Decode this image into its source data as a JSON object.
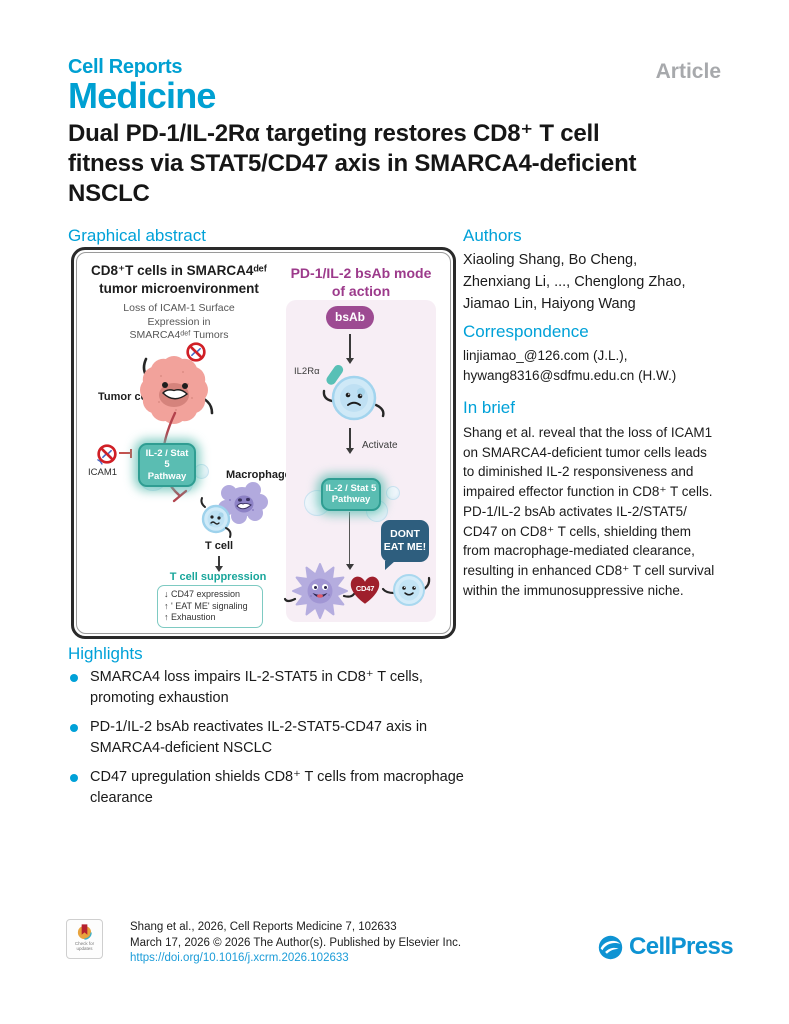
{
  "header": {
    "journal_line1": "Cell Reports",
    "journal_line2": "Medicine",
    "article_type": "Article",
    "title": "Dual PD-1/IL-2Rα targeting restores CD8⁺ T cell\nfitness via STAT5/CD47 axis in SMARCA4-deficient\nNSCLC"
  },
  "graphical_abstract": {
    "heading": "Graphical abstract",
    "left_panel": {
      "title": "CD8⁺T cells in SMARCA4ᵈᵉᶠ\ntumor microenvironment",
      "subtitle": "Loss of ICAM-1 Surface\nExpression in\nSMARCA4ᵈᵉᶠ Tumors",
      "tumor_cell_label": "Tumor cell",
      "icam1_label": "ICAM1",
      "pathway_badge": "IL-2 / Stat 5\nPathway",
      "macrophage_label": "Macrophage",
      "t_cell_label": "T cell",
      "suppression_heading": "T cell suppression",
      "suppression_items": [
        "↓ CD47 expression",
        "↑ ' EAT ME' signaling",
        "↑ Exhaustion"
      ]
    },
    "right_panel": {
      "title": "PD-1/IL-2 bsAb mode\nof action",
      "bsab_label": "bsAb",
      "il2ra_label": "IL2Rα",
      "activate_label": "Activate",
      "pathway_badge": "IL-2 / Stat 5\nPathway",
      "speech_bubble": "DONT\nEAT ME!",
      "cd47_label": "CD47"
    }
  },
  "authors_section": {
    "heading": "Authors",
    "names": "Xiaoling Shang, Bo Cheng,\nZhenxiang Li, ..., Chenglong Zhao,\nJiamao Lin, Haiyong Wang"
  },
  "correspondence": {
    "heading": "Correspondence",
    "emails": "linjiamao_@126.com (J.L.),\nhywang8316@sdfmu.edu.cn (H.W.)"
  },
  "in_brief": {
    "heading": "In brief",
    "text": "Shang et al. reveal that the loss of ICAM1\non SMARCA4-deficient tumor cells leads\nto diminished IL-2 responsiveness and\nimpaired effector function in CD8⁺ T cells.\nPD-1/IL-2 bsAb activates IL-2/STAT5/\nCD47 on CD8⁺ T cells, shielding them\nfrom macrophage-mediated clearance,\nresulting in enhanced CD8⁺ T cell survival\nwithin the immunosuppressive niche."
  },
  "highlights": {
    "heading": "Highlights",
    "items": [
      "SMARCA4 loss impairs IL-2-STAT5 in CD8⁺ T cells,\npromoting exhaustion",
      "PD-1/IL-2 bsAb reactivates IL-2-STAT5-CD47 axis in\nSMARCA4-deficient NSCLC",
      "CD47 upregulation shields CD8⁺ T cells from macrophage\nclearance"
    ]
  },
  "footer": {
    "check_updates": "Check for updates",
    "citation_line1": "Shang et al., 2026, Cell Reports Medicine 7, 102633",
    "citation_line2": "March 17, 2026 © 2026 The Author(s). Published by Elsevier Inc.",
    "doi": "https://doi.org/10.1016/j.xcrm.2026.102633",
    "publisher": "CellPress"
  },
  "colors": {
    "accent_cyan": "#00a1d8",
    "magenta_title": "#9c3a8b",
    "teal_badge": "#5abdb2",
    "bubble_blue": "#2e5e7e",
    "heart_red": "#9f1f2c",
    "link_blue": "#1b9cd8"
  }
}
